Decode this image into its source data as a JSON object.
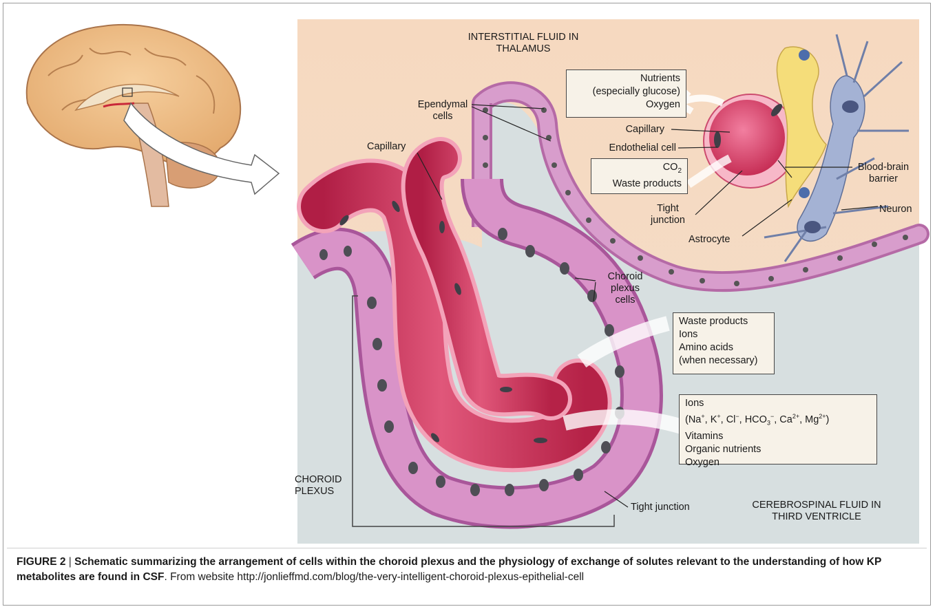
{
  "labels": {
    "interstitial": [
      "INTERSTITIAL FLUID IN",
      "THALAMUS"
    ],
    "ependymal": [
      "Ependymal",
      "cells"
    ],
    "capillary_left": "Capillary",
    "capillary_right": "Capillary",
    "endothelial": "Endothelial cell",
    "tight_junction_top": [
      "Tight",
      "junction"
    ],
    "astrocyte": "Astrocyte",
    "bbb": [
      "Blood-brain",
      "barrier"
    ],
    "neuron": "Neuron",
    "choroid_cells": [
      "Choroid",
      "plexus",
      "cells"
    ],
    "choroid_plexus": [
      "CHOROID",
      "PLEXUS"
    ],
    "tight_junction_bottom": "Tight junction",
    "csf": [
      "CEREBROSPINAL FLUID IN",
      "THIRD VENTRICLE"
    ]
  },
  "boxes": {
    "nutrients": [
      "Nutrients",
      "(especially glucose)",
      "Oxygen"
    ],
    "co2_prefix": "CO",
    "co2_sub": "2",
    "waste_top": "Waste products",
    "waste_box": [
      "Waste products",
      "Ions",
      "Amino acids",
      "(when necessary)"
    ],
    "ions_box_line1": "Ions",
    "ions_box_line3": "Vitamins",
    "ions_box_line4": "Organic nutrients",
    "ions_box_line5": "Oxygen"
  },
  "ions_formula": {
    "open": "(Na",
    "na_sup": "+",
    "k": ", K",
    "k_sup": "+",
    "cl": ", Cl",
    "cl_sup": "−",
    "hco": ", HCO",
    "hco_sub": "3",
    "hco_sup": "−",
    "ca": ", Ca",
    "ca_sup": "2+",
    "mg": ", Mg",
    "mg_sup": "2+",
    "close": ")"
  },
  "caption": {
    "figure_label": "FIGURE 2",
    "separator": " | ",
    "title": "Schematic summarizing the arrangement of cells within the choroid plexus and the physiology of exchange of solutes relevant to the understanding of how KP metabolites are found in CSF",
    "source": ". From website http://jonlieffmd.com/blog/the-very-intelligent-choroid-plexus-epithelial-cell"
  }
}
